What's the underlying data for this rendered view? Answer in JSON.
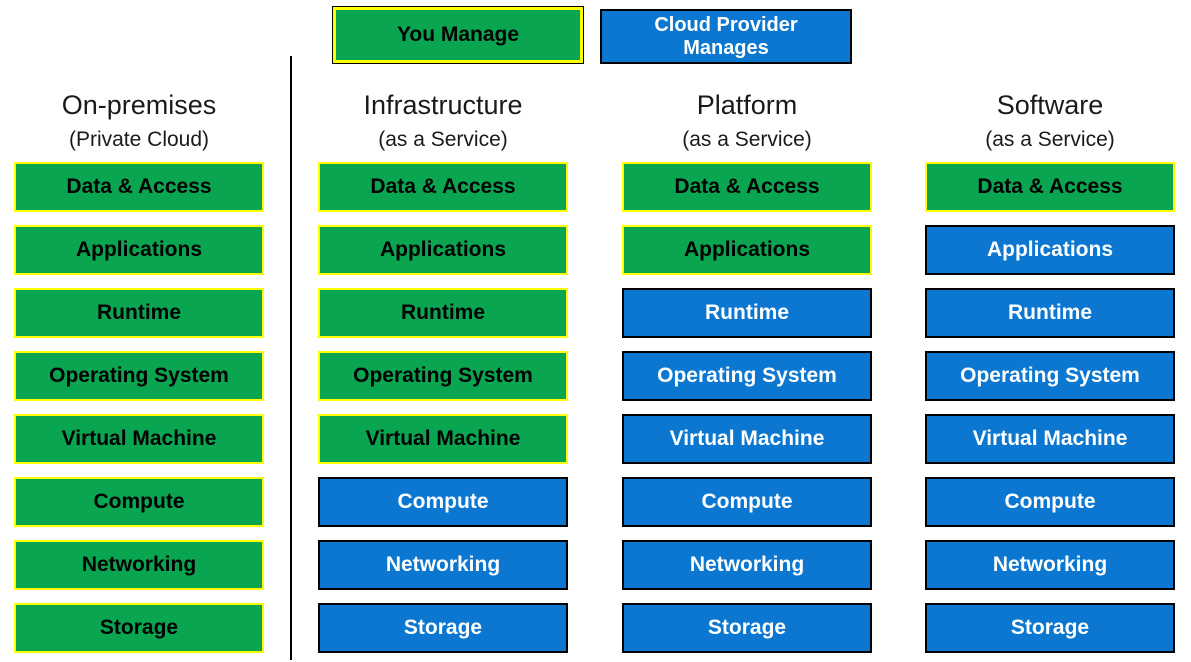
{
  "colors": {
    "green": "#0AA550",
    "blue": "#0B77D1",
    "yellow": "#FFFF00",
    "border_black": "#000000",
    "text_on_green": "#000000",
    "text_on_blue": "#FFFFFF"
  },
  "legend": {
    "you_manage": "You Manage",
    "provider_manages": "Cloud Provider\nManages"
  },
  "columns": [
    {
      "title": "On-premises",
      "subtitle": "(Private Cloud)",
      "cells": [
        {
          "label": "Data & Access",
          "managed_by": "you"
        },
        {
          "label": "Applications",
          "managed_by": "you"
        },
        {
          "label": "Runtime",
          "managed_by": "you"
        },
        {
          "label": "Operating System",
          "managed_by": "you"
        },
        {
          "label": "Virtual Machine",
          "managed_by": "you"
        },
        {
          "label": "Compute",
          "managed_by": "you"
        },
        {
          "label": "Networking",
          "managed_by": "you"
        },
        {
          "label": "Storage",
          "managed_by": "you"
        }
      ]
    },
    {
      "title": "Infrastructure",
      "subtitle": "(as a Service)",
      "cells": [
        {
          "label": "Data & Access",
          "managed_by": "you"
        },
        {
          "label": "Applications",
          "managed_by": "you"
        },
        {
          "label": "Runtime",
          "managed_by": "you"
        },
        {
          "label": "Operating System",
          "managed_by": "you"
        },
        {
          "label": "Virtual Machine",
          "managed_by": "you"
        },
        {
          "label": "Compute",
          "managed_by": "provider"
        },
        {
          "label": "Networking",
          "managed_by": "provider"
        },
        {
          "label": "Storage",
          "managed_by": "provider"
        }
      ]
    },
    {
      "title": "Platform",
      "subtitle": "(as a Service)",
      "cells": [
        {
          "label": "Data & Access",
          "managed_by": "you"
        },
        {
          "label": "Applications",
          "managed_by": "you"
        },
        {
          "label": "Runtime",
          "managed_by": "provider"
        },
        {
          "label": "Operating System",
          "managed_by": "provider"
        },
        {
          "label": "Virtual Machine",
          "managed_by": "provider"
        },
        {
          "label": "Compute",
          "managed_by": "provider"
        },
        {
          "label": "Networking",
          "managed_by": "provider"
        },
        {
          "label": "Storage",
          "managed_by": "provider"
        }
      ]
    },
    {
      "title": "Software",
      "subtitle": "(as a Service)",
      "cells": [
        {
          "label": "Data & Access",
          "managed_by": "you"
        },
        {
          "label": "Applications",
          "managed_by": "provider"
        },
        {
          "label": "Runtime",
          "managed_by": "provider"
        },
        {
          "label": "Operating System",
          "managed_by": "provider"
        },
        {
          "label": "Virtual Machine",
          "managed_by": "provider"
        },
        {
          "label": "Compute",
          "managed_by": "provider"
        },
        {
          "label": "Networking",
          "managed_by": "provider"
        },
        {
          "label": "Storage",
          "managed_by": "provider"
        }
      ]
    }
  ]
}
